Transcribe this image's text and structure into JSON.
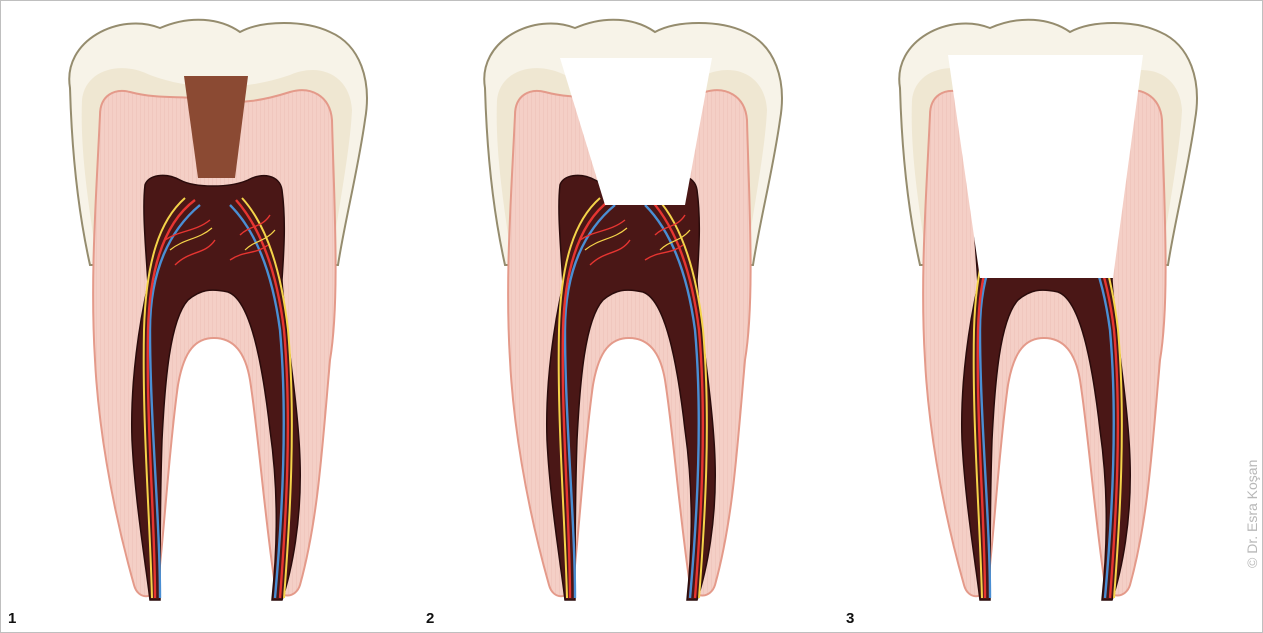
{
  "figure": {
    "panels": [
      {
        "number": "1",
        "cavity": "caries"
      },
      {
        "number": "2",
        "cavity": "access-opening"
      },
      {
        "number": "3",
        "cavity": "pulp-chamber-removed"
      }
    ],
    "credit": "© Dr. Esra Koşan"
  },
  "colors": {
    "enamel": "#f7f3e8",
    "enamel_outline": "#958c6e",
    "dentin_inner": "#f8f1e3",
    "pulp_tissue": "#f4cfc6",
    "pulp_outline": "#e49a8a",
    "pulp_chamber": "#4a1716",
    "caries": "#8b4a33",
    "artery": "#e63531",
    "vein": "#4a8fd4",
    "nerve": "#f5d44a",
    "background": "#ffffff"
  }
}
